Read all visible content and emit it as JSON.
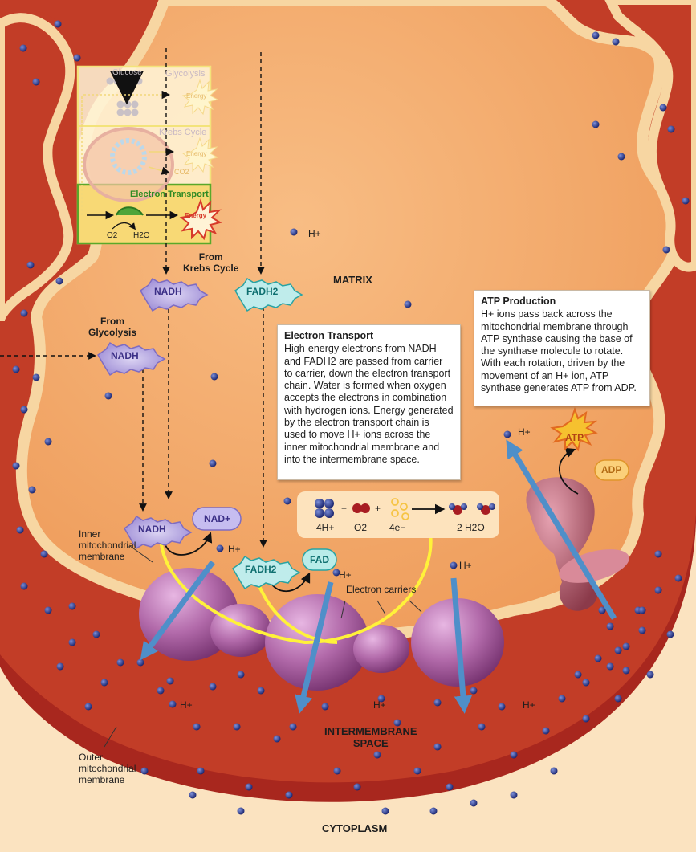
{
  "labels": {
    "matrix": "MATRIX",
    "intermembrane_space": "INTERMEMBRANE\nSPACE",
    "cytoplasm": "CYTOPLASM",
    "inner_membrane": "Inner\nmitochondrial\nmembrane",
    "outer_membrane": "Outer\nmitochondrial\nmembrane",
    "from_krebs": "From\nKrebs Cycle",
    "from_glycolysis": "From\nGlycolysis",
    "electron_carriers": "Electron carriers",
    "h_plus": "H+"
  },
  "molecules": {
    "nadh": "NADH",
    "fadh2": "FADH2",
    "nad_plus": "NAD+",
    "fad": "FAD",
    "atp": "ATP",
    "adp": "ADP"
  },
  "inset": {
    "glucose": "Glucose",
    "glycolysis": "Glycolysis",
    "krebs": "Krebs Cycle",
    "electron_transport": "Electron Transport",
    "energy": "Energy",
    "co2": "CO2",
    "o2": "O2",
    "h2o": "H2O"
  },
  "equation": {
    "h": "4H+",
    "plus1": "+",
    "o2": "O2",
    "plus2": "+",
    "e": "4e−",
    "water": "2 H2O"
  },
  "electron_transport_box": {
    "title": "Electron Transport",
    "text": "High-energy electrons from NADH and FADH2 are passed from carrier to carrier, down the electron transport chain. Water is formed when oxygen accepts the electrons in combination with hydrogen ions. Energy generated by the electron transport chain is used to move H+ ions across the inner mitochondrial membrane and into the intermembrane space."
  },
  "atp_box": {
    "title": "ATP Production",
    "text": "H+ ions pass back across the mitochondrial membrane through ATP synthase causing the base of the synthase molecule to rotate. With each rotation, driven by the movement of an H+ ion, ATP synthase generates ATP from ADP."
  },
  "colors": {
    "matrix": "#f4a868",
    "membrane_red": "#a8271e",
    "intermembrane": "#c13a26",
    "membrane_tan": "#f7d4a0",
    "cytoplasm": "#fbe3c0",
    "protein_purple": "#a85aa0",
    "electron_path": "#fff23a",
    "h_arrow": "#4f8fc9",
    "h_dot": "#1c2c72"
  }
}
